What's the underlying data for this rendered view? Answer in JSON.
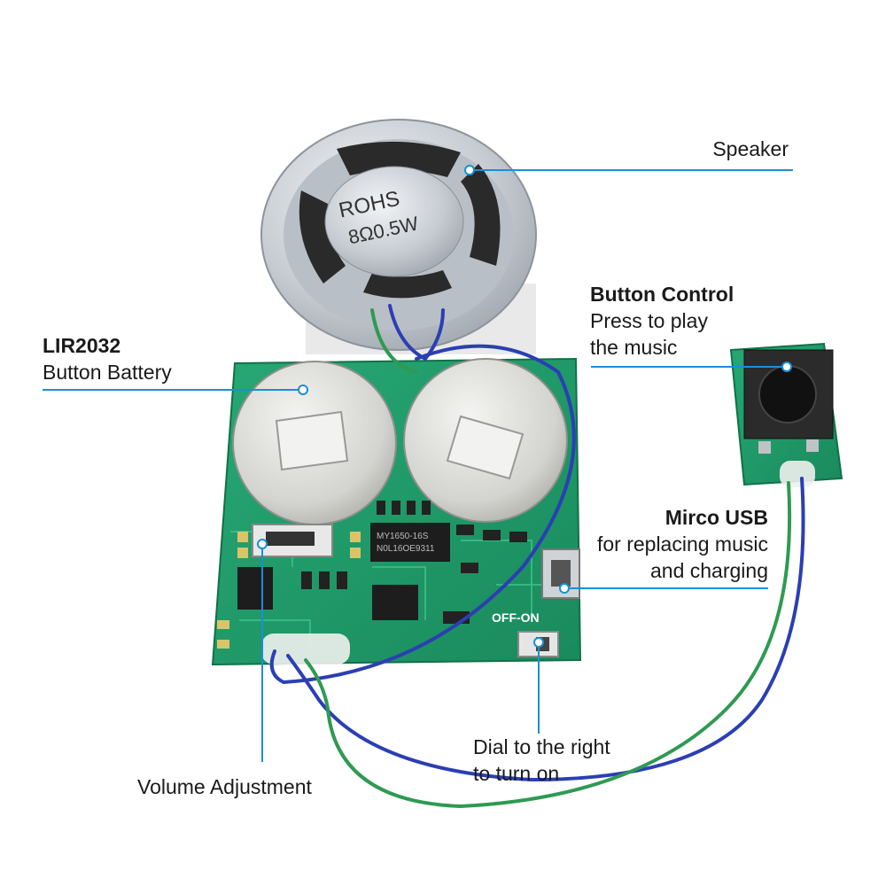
{
  "callouts": {
    "speaker": {
      "text": "Speaker"
    },
    "battery": {
      "title": "LIR2032",
      "desc": "Button Battery"
    },
    "button": {
      "title": "Button Control",
      "line1": "Press to play",
      "line2": "the music"
    },
    "usb": {
      "title": "Mirco USB",
      "line1": "for replacing music",
      "line2": "and charging"
    },
    "dial": {
      "line1": "Dial to the right",
      "line2": "to turn on"
    },
    "volume": {
      "text": "Volume Adjustment"
    }
  },
  "board_markings": {
    "speaker_text_1": "ROHS",
    "speaker_text_2": "8Ω0.5W",
    "chip_text_1": "MY1650-16S",
    "chip_text_2": "N0L16OE9311",
    "switch_label": "OFF-ON"
  },
  "colors": {
    "callout_line": "#1a8fd6",
    "pcb": "#1f9a6a",
    "wire_blue": "#2b3fb3",
    "wire_green": "#2e9a52"
  }
}
